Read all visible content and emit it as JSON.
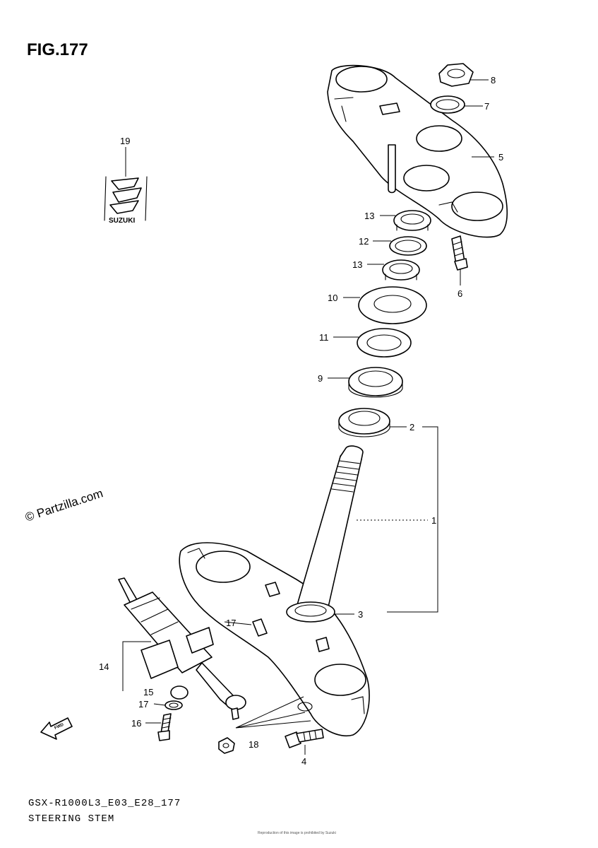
{
  "figure": {
    "title": "FIG.177"
  },
  "callouts": [
    {
      "number": "1"
    },
    {
      "number": "2"
    },
    {
      "number": "3"
    },
    {
      "number": "4"
    },
    {
      "number": "5"
    },
    {
      "number": "6"
    },
    {
      "number": "7"
    },
    {
      "number": "8"
    },
    {
      "number": "9"
    },
    {
      "number": "10"
    },
    {
      "number": "11"
    },
    {
      "number": "12"
    },
    {
      "number": "13"
    },
    {
      "number": "13"
    },
    {
      "number": "14"
    },
    {
      "number": "15"
    },
    {
      "number": "16"
    },
    {
      "number": "17"
    },
    {
      "number": "17"
    },
    {
      "number": "18"
    },
    {
      "number": "19"
    }
  ],
  "emblem": {
    "text": "SUZUKI"
  },
  "forward_arrow": {
    "text": "FWD"
  },
  "watermark": {
    "text": "© Partzilla.com"
  },
  "footer": {
    "code": "GSX-R1000L3_E03_E28_177",
    "caption": "STEERING STEM",
    "small_print": "Reproduction of this image is prohibited by Suzuki"
  }
}
